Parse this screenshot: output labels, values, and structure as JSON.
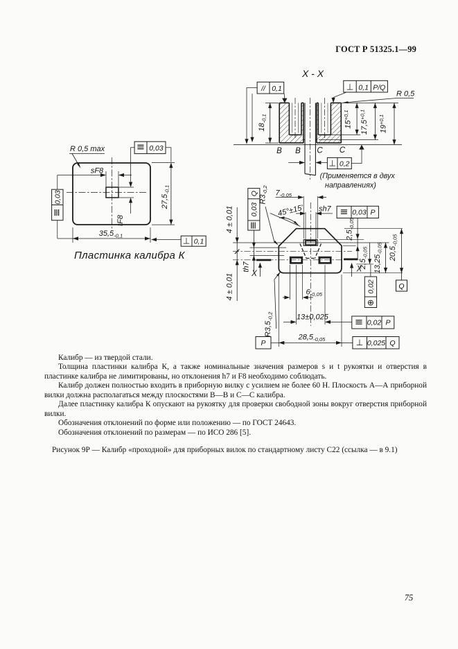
{
  "header": {
    "standard_code": "ГОСТ Р 51325.1—99"
  },
  "plate_view": {
    "caption": "Пластинка калибра К",
    "radius_label": "R 0,5 max",
    "slot_width_label": "sF8",
    "slot_height_label": "tF8",
    "width_dim": {
      "value": "35,5",
      "tol": "-0,1"
    },
    "height_dim": {
      "value": "27,5",
      "tol": "-0,1"
    },
    "sym_frame_top": {
      "symbol": "≡",
      "value": "0,03"
    },
    "sym_frame_left": {
      "symbol": "≡",
      "value": "0,03"
    },
    "perp_frame": {
      "symbol": "⊥",
      "value": "0,1"
    }
  },
  "section_view": {
    "title": "X - X",
    "par_frame": {
      "symbol": "//",
      "value": "0,1"
    },
    "perp_frame_top": {
      "symbol": "⊥",
      "value": "0,1",
      "datum": "P/Q"
    },
    "radius_label": "R 0,5",
    "height_dim": {
      "value": "18",
      "tol": "-0,1"
    },
    "depth1_dim": {
      "value": "15",
      "tol": "+0,1"
    },
    "depth2_dim": {
      "value": "17,5",
      "tol": "+0,1"
    },
    "depth3_dim": {
      "value": "19",
      "tol": "+0,1"
    },
    "plane_label_b1": "B",
    "plane_label_b2": "B",
    "plane_label_c1": "C",
    "plane_label_c2": "C",
    "perp_frame_pin": {
      "symbol": "⊥",
      "value": "0,2"
    },
    "note_line1": "(Применяется в двух",
    "note_line2": "направлениях)"
  },
  "face_view": {
    "earth_slot_width_dim": {
      "value": "7",
      "tol": "-0,05"
    },
    "chamfer_angle_label": "45°±15'",
    "earth_pin_width_label": "sh7",
    "corner_radius_top": {
      "value": "R3",
      "tol": "-0,2"
    },
    "offset_dim_top": "4 ± 0,01",
    "offset_dim_bottom": "4 ± 0,01",
    "pin_height_label": "th7",
    "section_label_left": "X",
    "section_label_right": "X",
    "corner_radius_bottom": {
      "value": "R3,5",
      "tol": "-0,2"
    },
    "slot_width_dim": {
      "value": "6",
      "tol": "-0,05"
    },
    "slot_spacing_dim": "13±0,025",
    "body_width_dim": {
      "value": "28,5",
      "tol": "-0,05"
    },
    "earth_slot_height_dim": {
      "value": "2,5",
      "tol": "-0,05"
    },
    "slot_height_dim": {
      "value": "2,5",
      "tol": "-0,05"
    },
    "earth_axis_to_bottom_dim": {
      "value": "13,25",
      "tol": "-0,05"
    },
    "body_height_dim": {
      "value": "20,5",
      "tol": "-0,05"
    },
    "sym_frame_q": {
      "symbol": "≡",
      "value": "0,03",
      "datum": "Q"
    },
    "sym_frame_p": {
      "symbol": "≡",
      "value": "0,03",
      "datum": "P"
    },
    "pos_frame": {
      "symbol": "⊕",
      "value": "0,02"
    },
    "datum_q_label": "Q",
    "sym_frame_p2": {
      "symbol": "≡",
      "value": "0,02",
      "datum": "P"
    },
    "perp_frame_q": {
      "symbol": "⊥",
      "value": "0,025",
      "datum": "Q"
    },
    "datum_p_label": "P"
  },
  "body_text": {
    "p1": "Калибр — из твердой стали.",
    "p2": "Толщина пластинки калибра К, а также номинальные значения размеров s и t рукоятки и отверстия в пластинке калибра не лимитированы, но отклонения h7 и F8 необходимо соблюдать.",
    "p3": "Калибр должен полностью входить в приборную вилку с усилием не более 60 Н. Плоскость А—А приборной вилки должна располагаться между плоскостями В—В и С—С калибра.",
    "p4": "Далее пластинку калибра К опускают на рукоятку для проверки свободной зоны вокруг отверстия приборной вилки.",
    "p5": "Обозначения отклонений по форме или положению — по ГОСТ 24643.",
    "p6": "Обозначения отклонений по размерам — по ИСО 286 [5]."
  },
  "figure_caption": "Рисунок 9Р — Калибр «проходной» для приборных вилок по стандартному листу С22 (ссылка — в 9.1)",
  "page_number": "75"
}
